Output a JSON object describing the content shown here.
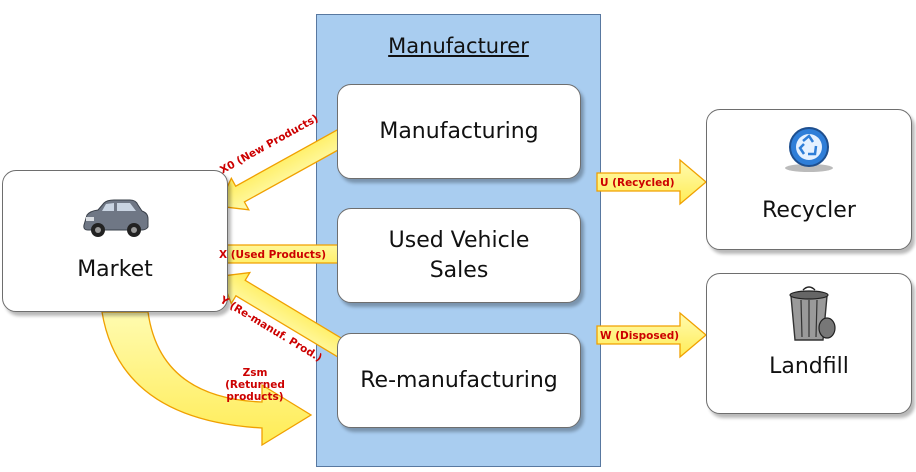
{
  "manufacturer": {
    "title": "Manufacturer",
    "processes": [
      {
        "name": "Manufacturing"
      },
      {
        "line1": "Used Vehicle",
        "line2": "Sales"
      },
      {
        "name": "Re-manufacturing"
      }
    ]
  },
  "market": {
    "label": "Market",
    "icon": "car-icon"
  },
  "recycler": {
    "label": "Recycler",
    "icon": "recycle-icon"
  },
  "landfill": {
    "label": "Landfill",
    "icon": "trash-can-icon"
  },
  "flows": {
    "new_products": "X0 (New Products)",
    "used_products": "X (Used Products)",
    "remanufactured": "Y (Re-manuf. Prod.)",
    "returned": {
      "line1": "Zsm",
      "line2": "(Returned",
      "line3": "products)"
    },
    "recycled": "U (Recycled)",
    "disposed": "W (Disposed)"
  },
  "colors": {
    "panel": "#a9cdf0",
    "arrow_fill": "#fff58a",
    "arrow_stroke": "#f0a000",
    "label_text": "#cc0000"
  }
}
